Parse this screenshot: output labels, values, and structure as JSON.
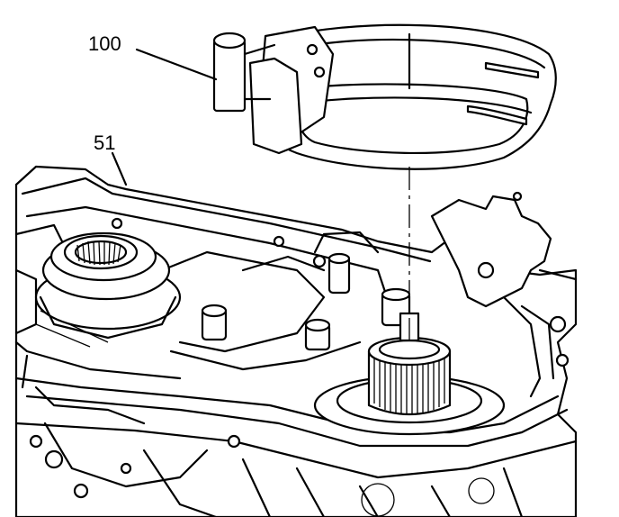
{
  "callouts": [
    {
      "id": "100",
      "label": "100"
    },
    {
      "id": "51",
      "label": "51"
    }
  ]
}
